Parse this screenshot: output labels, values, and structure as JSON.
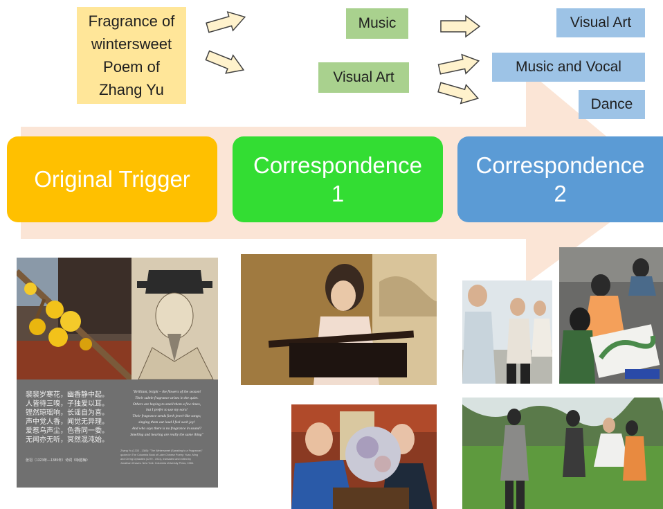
{
  "colors": {
    "big_arrow": "#fbe5d6",
    "small_arrow_fill": "#fff2cc",
    "small_arrow_stroke": "#404040",
    "trigger_box": "#ffc000",
    "correspondence1_box": "#33dd33",
    "correspondence2_box": "#5b9bd5",
    "note_yellow": "#ffe699",
    "note_green": "#a9d18e",
    "note_blue": "#9dc3e6"
  },
  "notes": {
    "source_line1": "Fragrance of",
    "source_line2": "wintersweet",
    "source_line3": "Poem of",
    "source_line4": "Zhang Yu",
    "music": "Music",
    "visual_art_mid": "Visual Art",
    "visual_art_right": "Visual Art",
    "music_vocal": "Music and Vocal",
    "dance": "Dance"
  },
  "stages": {
    "trigger": "Original Trigger",
    "corr1_line1": "Correspondence",
    "corr1_line2": "1",
    "corr2_line1": "Correspondence",
    "corr2_line2": "2"
  },
  "poem": {
    "chinese": [
      "裴裴岁寒花，幽香静中起。",
      "人皆待三嗅，子独爱以耳。",
      "铿然琼瑶响，长谣自为喜。",
      "声中觉人香，闻觉无异理。",
      "爱惹乌声尘，色香同一委。",
      "无闻亦无听，冥然混沌始。"
    ],
    "chinese_credit": "张羽（1323年—1385年）诗词《咏腊梅》",
    "english": [
      "\"Brilliant, bright – the flowers of the season!",
      "Their subtle fragrance arises in the quiet.",
      "Others are hoping to smell them a few times,",
      "but I prefer to use my ears!",
      "Their fragrance sends forth jewel-like songs;",
      "singing them out loud I feel such joy!",
      "And who says there is no fragrance in sound?",
      "Smelling and hearing are really the same thing\""
    ],
    "english_credit": [
      "Zhang Yu (1333 - 1385): \"The Wintersweet (Speaking to a Fragrance)\"",
      "quoted in The Columbia Book of Later Chinese Poetry: Yuan, Ming",
      "and Ch'ing Dynasties (1279 - 1911), translated and edited by",
      "Jonathan Chaves. New York: Columbia University Press, 1986."
    ]
  }
}
